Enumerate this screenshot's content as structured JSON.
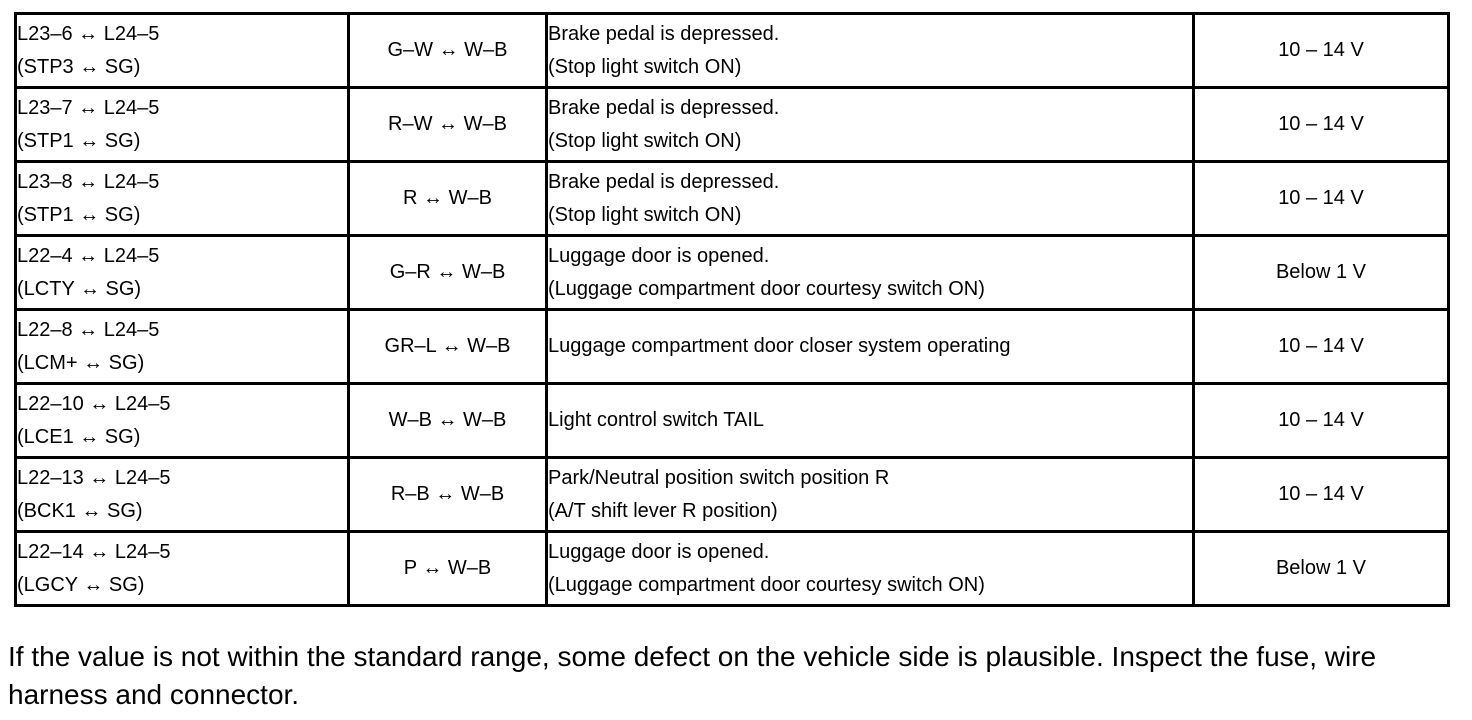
{
  "table": {
    "rows": [
      {
        "terminal": [
          "L23–6 ↔ L24–5",
          "(STP3 ↔ SG)"
        ],
        "wiring": "G–W ↔ W–B",
        "condition": [
          "Brake pedal is depressed.",
          "(Stop light switch ON)"
        ],
        "value": "10 – 14 V"
      },
      {
        "terminal": [
          "L23–7 ↔ L24–5",
          "(STP1 ↔ SG)"
        ],
        "wiring": "R–W ↔ W–B",
        "condition": [
          "Brake pedal is depressed.",
          "(Stop light switch ON)"
        ],
        "value": "10 – 14 V"
      },
      {
        "terminal": [
          "L23–8 ↔ L24–5",
          "(STP1 ↔ SG)"
        ],
        "wiring": "R ↔ W–B",
        "condition": [
          "Brake pedal is depressed.",
          "(Stop light switch ON)"
        ],
        "value": "10 – 14 V"
      },
      {
        "terminal": [
          "L22–4 ↔ L24–5",
          "(LCTY ↔ SG)"
        ],
        "wiring": "G–R ↔ W–B",
        "condition": [
          "Luggage door is opened.",
          "(Luggage compartment door courtesy switch ON)"
        ],
        "value": "Below 1 V"
      },
      {
        "terminal": [
          "L22–8 ↔ L24–5",
          "(LCM+ ↔ SG)"
        ],
        "wiring": "GR–L ↔ W–B",
        "condition": [
          "Luggage compartment door closer system operating"
        ],
        "value": "10 – 14 V"
      },
      {
        "terminal": [
          "L22–10 ↔ L24–5",
          "(LCE1 ↔ SG)"
        ],
        "wiring": "W–B ↔ W–B",
        "condition": [
          "Light control switch TAIL"
        ],
        "value": "10 – 14 V"
      },
      {
        "terminal": [
          "L22–13 ↔ L24–5",
          "(BCK1 ↔ SG)"
        ],
        "wiring": "R–B ↔ W–B",
        "condition": [
          "Park/Neutral position switch position R",
          "(A/T shift lever R position)"
        ],
        "value": "10 – 14 V"
      },
      {
        "terminal": [
          "L22–14 ↔ L24–5",
          "(LGCY ↔ SG)"
        ],
        "wiring": "P ↔ W–B",
        "condition": [
          "Luggage door is opened.",
          "(Luggage compartment door courtesy switch ON)"
        ],
        "value": "Below 1 V"
      }
    ]
  },
  "footer": {
    "text": "If the value is not within the standard range, some defect on the vehicle side is plausible. Inspect the fuse, wire harness and connector."
  },
  "colors": {
    "border": "#000000",
    "text": "#000000",
    "background": "#ffffff"
  }
}
